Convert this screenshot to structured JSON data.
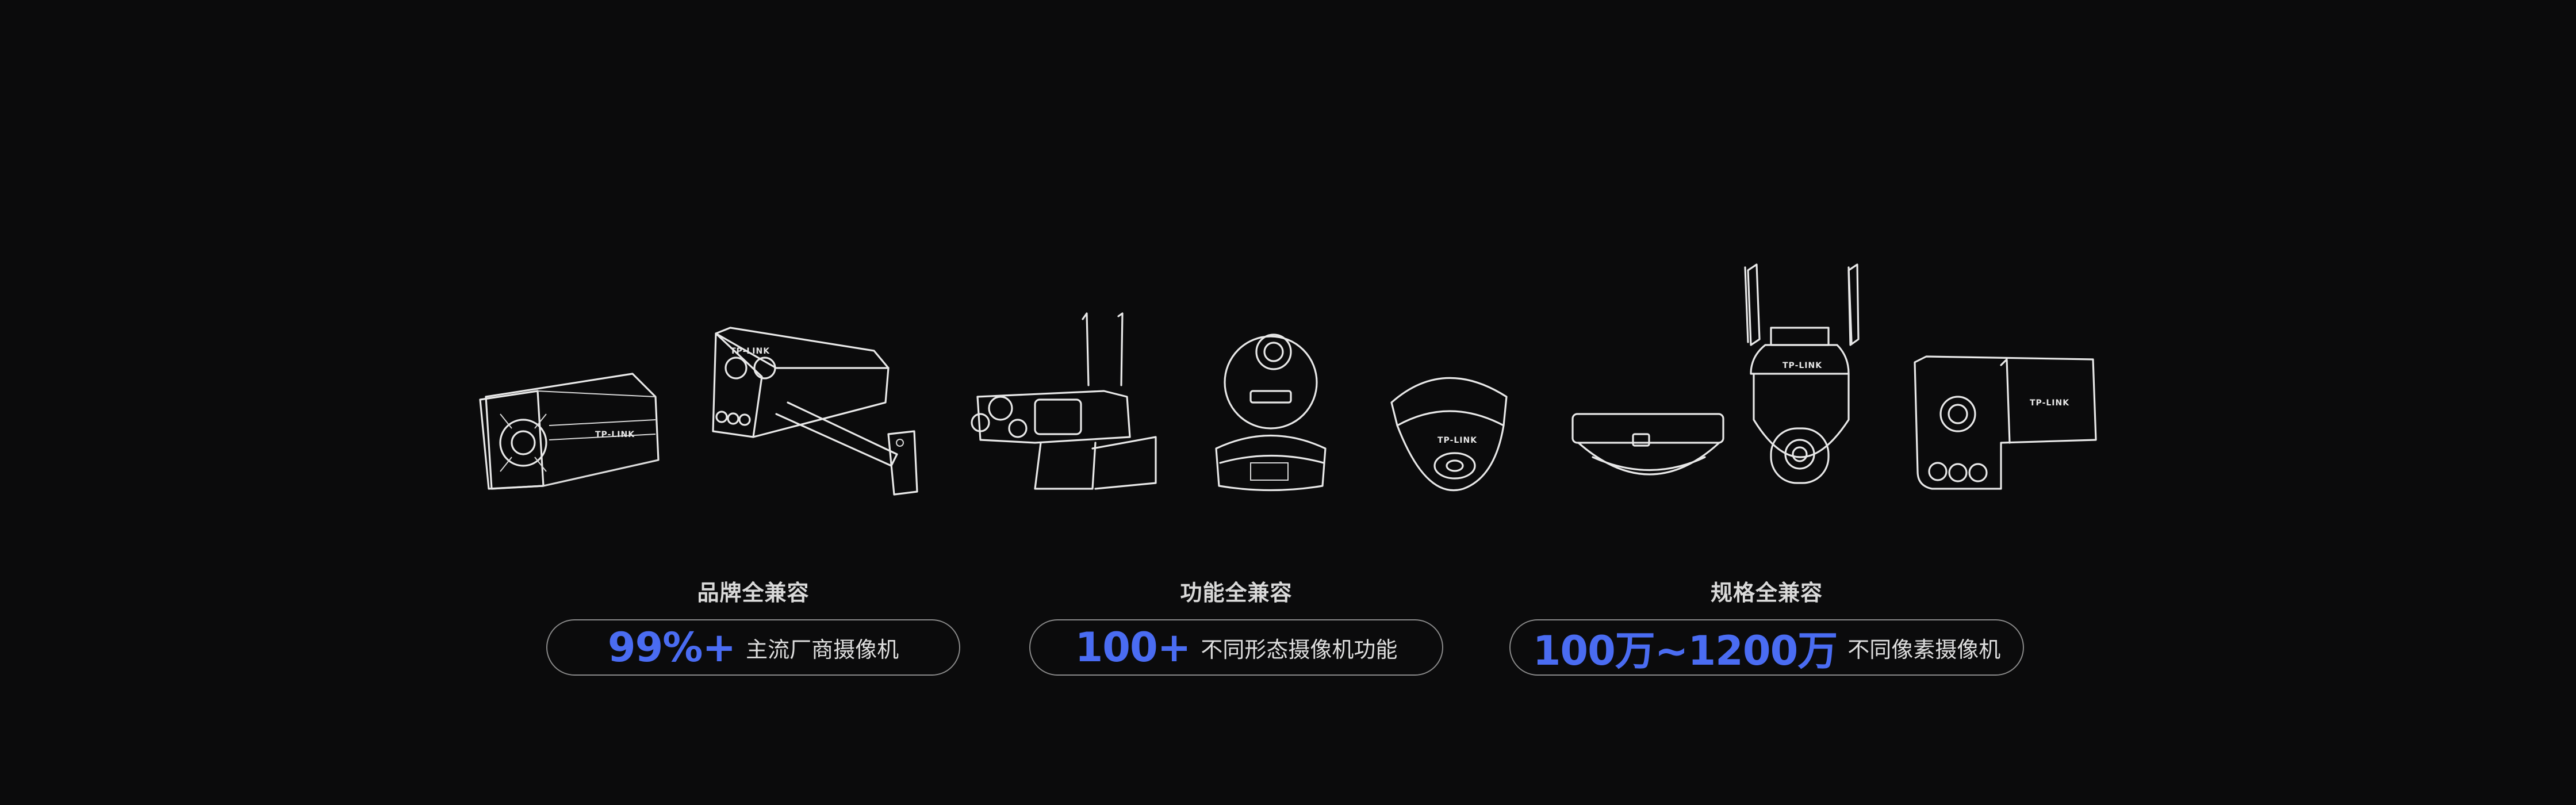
{
  "features": [
    {
      "title": "品牌全兼容",
      "value": "99%+",
      "description": "主流厂商摄像机"
    },
    {
      "title": "功能全兼容",
      "value": "100+",
      "description": "不同形态摄像机功能"
    },
    {
      "title": "规格全兼容",
      "value": "100万~1200万",
      "description": "不同像素摄像机"
    }
  ],
  "camera_logo_text": "TP-LINK",
  "colors": {
    "background": "#0b0b0c",
    "accent": "#4a6cf2",
    "outline": "#e8e8e8"
  },
  "camera_icons": [
    "bullet-camera-icon",
    "box-camera-with-bracket-icon",
    "wireless-camera-with-antennas-icon",
    "ptz-ball-camera-icon",
    "dome-camera-icon",
    "fisheye-camera-icon",
    "wireless-speed-dome-camera-icon",
    "bullet-camera-front-icon"
  ]
}
